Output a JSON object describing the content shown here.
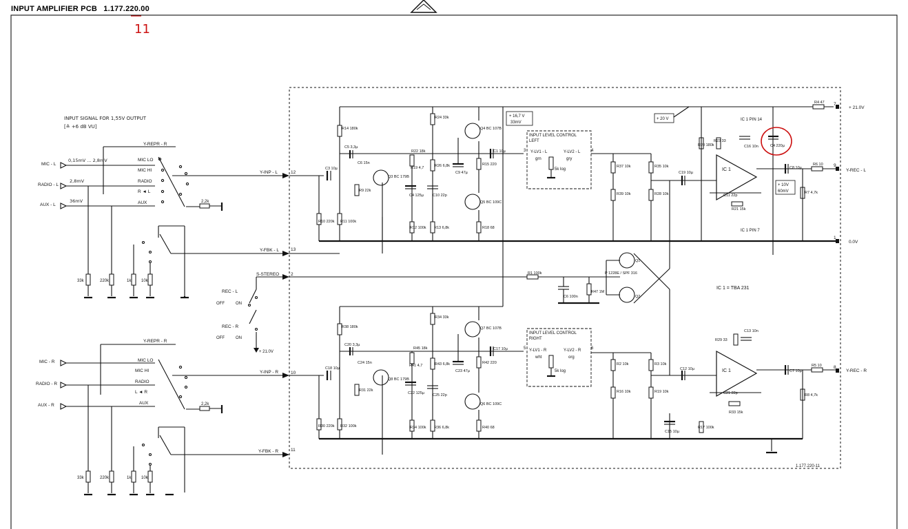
{
  "header": {
    "title": "INPUT AMPLIFIER PCB",
    "part_number": "1.177.220.00",
    "revision_mark": "11"
  },
  "input_section": {
    "note_line1": "INPUT SIGNAL FOR 1,55V OUTPUT",
    "note_line2": "[≙ +6 dB VU]",
    "left": {
      "repr": "Y-REPR - R",
      "mic_l": "MIC - L",
      "mic_level": "0,15mV ... 2,8mV",
      "radio_l": "RADIO - L",
      "radio_level": "2,8mV",
      "aux_l": "AUX - L",
      "aux_level": "36mV"
    },
    "right": {
      "repr": "Y-REPR - R",
      "mic_r": "MIC - R",
      "radio_r": "RADIO - R",
      "aux_r": "AUX - R"
    },
    "switch_left": [
      "MIC LO",
      "MIC HI",
      "RADIO",
      "R ◄ L",
      "AUX"
    ],
    "switch_right": [
      "MIC LO",
      "MIC HI",
      "RADIO",
      "L ◄ R",
      "AUX"
    ],
    "resistors": [
      "33k",
      "220k",
      "1k",
      "10k",
      "2,2k"
    ],
    "rec_l": "REC - L",
    "rec_r": "REC - R",
    "off": "OFF",
    "on": "ON",
    "s_stereo": "S-STEREO",
    "plus21": "+ 21.0V"
  },
  "nets": {
    "y_inp_l": "Y-INP - L",
    "y_fbk_l": "Y-FBK - L",
    "y_inp_r": "Y-INP - R",
    "y_fbk_r": "Y-FBK - R",
    "y_rec_l": "Y-REC - L",
    "y_rec_r": "Y-REC - R",
    "supply": "+ 21.0V",
    "ground": "0.0V",
    "v20": "+ 20 V",
    "v10": "+ 10V",
    "v10_sub": "60mV",
    "v167": "+ 16,7 V",
    "v167_sub": "33mV"
  },
  "pins": [
    "12",
    "13",
    "2",
    "10",
    "11",
    "3",
    "4",
    "5",
    "6",
    "7",
    "9",
    "1",
    "8"
  ],
  "level_control": {
    "left_title": "INPUT LEVEL CONTROL",
    "left_sub": "LEFT",
    "right_title": "INPUT LEVEL CONTROL",
    "right_sub": "RIGHT",
    "left_in": "Y-LV1 - L",
    "left_out": "Y-LV2 - L",
    "left_c1": "grn",
    "left_c2": "gry",
    "right_in": "Y-LV1 - R",
    "right_out": "Y-LV2 - R",
    "right_c1": "wht",
    "right_c2": "org",
    "pot": "5k log"
  },
  "components_top": [
    "R14 180k",
    "C5 3,3µ",
    "C6 15n",
    "R9 22k",
    "C3 10µ",
    "R10 220k",
    "R11 100k",
    "Q3 BC 179B",
    "R22 18k",
    "R19 4,7",
    "C4 125µ",
    "R24 33k",
    "R26 6,8k",
    "C9 47µ",
    "C10 22p",
    "R12 100k",
    "R13 6,8k",
    "Q4 BC 107B",
    "R15 220",
    "C1 10µ",
    "Q5 BC 109C",
    "R18 68",
    "R37 10k",
    "R35 10k",
    "R39 10k",
    "R28 10k",
    "C19 10µ",
    "R20 180k",
    "R23 33",
    "C16 10n",
    "C11 22p",
    "R21 15k",
    "C8 10µ",
    "R6 10",
    "R7 4,7k",
    "R4 47"
  ],
  "components_bottom": [
    "R38 180k",
    "C20 3,3µ",
    "C24 15n",
    "R31 22k",
    "C18 10µ",
    "R30 220k",
    "R32 100k",
    "Q8 BC 179B",
    "R45 18k",
    "R41 4,7",
    "C22 125µ",
    "R34 33k",
    "R43 6,8k",
    "C23 47µ",
    "C25 22p",
    "R36 6,8k",
    "R34 100k",
    "Q7 BC 107B",
    "R42 220",
    "C17 10µ",
    "Q6 BC 109C",
    "R40 68",
    "R2 10k",
    "R3 10k",
    "R16 10k",
    "R19 10k",
    "C12 10µ",
    "R29 33",
    "C13 10n",
    "C21 22p",
    "R33 15k",
    "C15 10µ",
    "R17 100k",
    "C7 10µ",
    "R5 10",
    "R8 4,7k"
  ],
  "middle": {
    "r1": "R1 100k",
    "c6": "C6 100n",
    "r47": "R47 1M",
    "fet": "P 1228E / SPF 316",
    "q1": "Q1",
    "q2": "Q2",
    "ic_note": "IC 1 = TBA 231",
    "ic1": "IC 1",
    "pin14": "IC 1 PIN 14",
    "pin7": "IC 1 PIN 7",
    "c_highlight": "C4 220µ"
  },
  "footer": {
    "board_ref": "1.177.220-11"
  },
  "colors": {
    "ink": "#111111",
    "redline": "#cc1111",
    "paper": "#ffffff"
  }
}
